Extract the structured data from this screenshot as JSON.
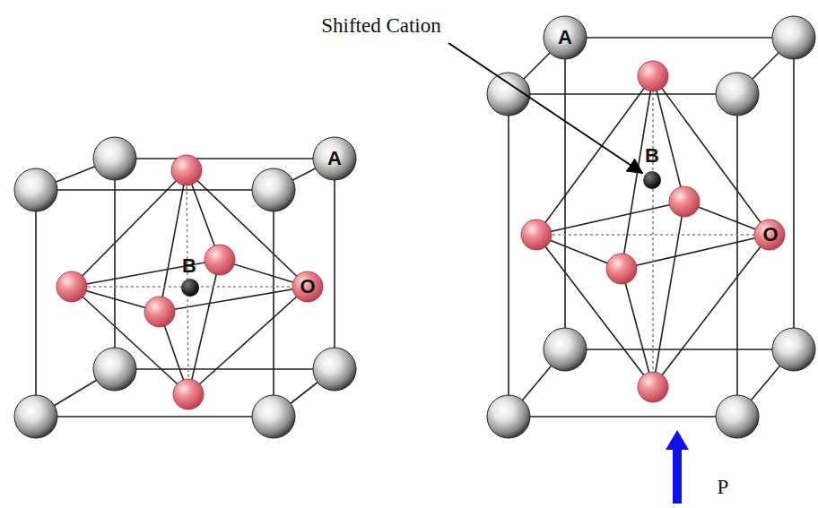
{
  "diagram": {
    "labels": [
      "Shifted Cation",
      "A",
      "B",
      "O",
      "A",
      "B",
      "O",
      "P"
    ]
  }
}
